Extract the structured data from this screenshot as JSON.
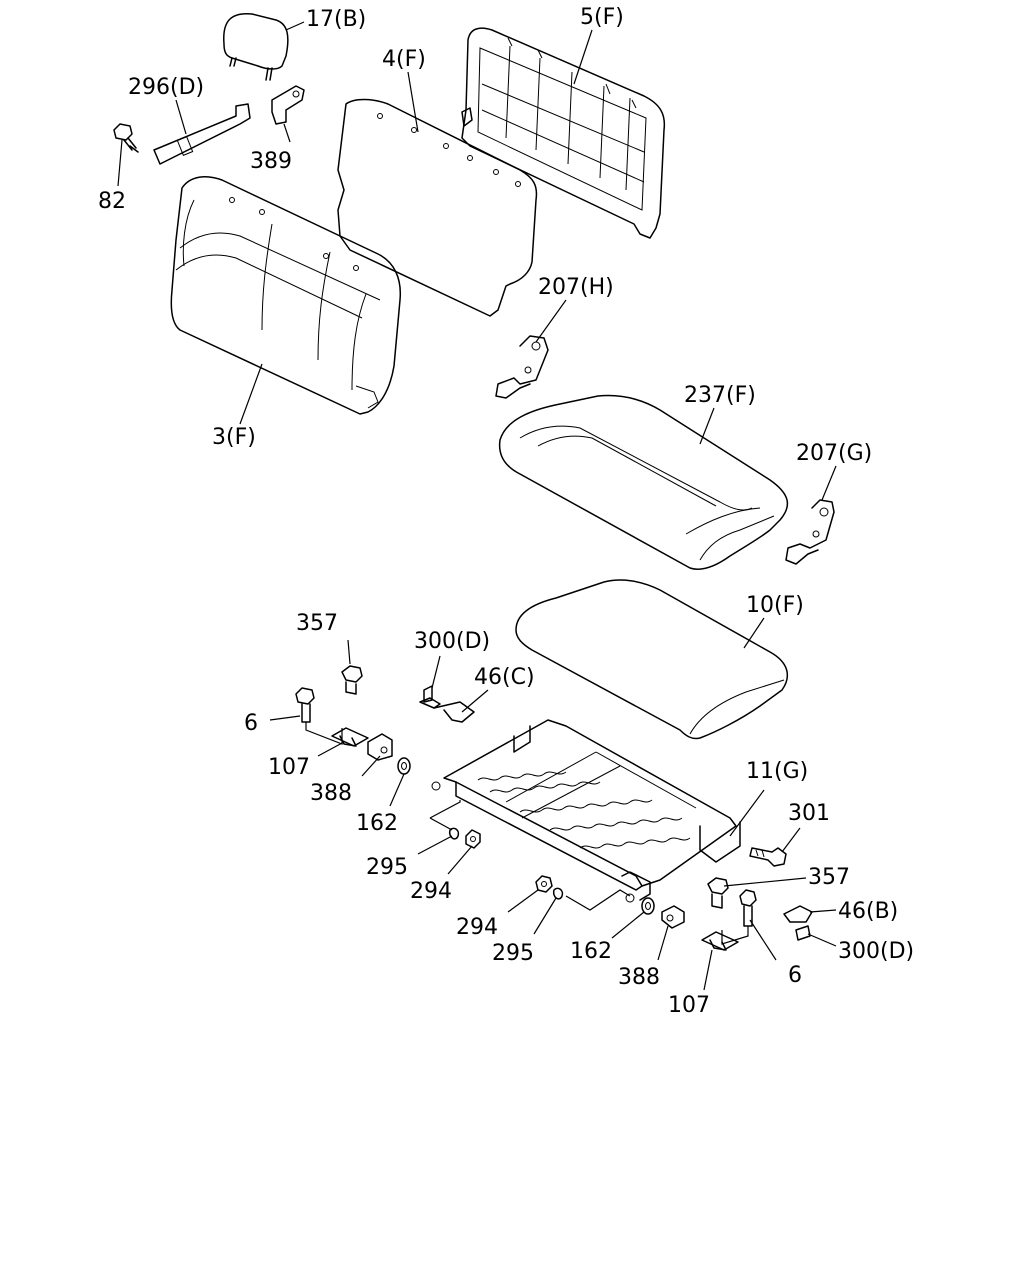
{
  "labels": {
    "l17b": "17(B)",
    "l5f": "5(F)",
    "l4f": "4(F)",
    "l296d": "296(D)",
    "l389": "389",
    "l82": "82",
    "l207h": "207(H)",
    "l3f": "3(F)",
    "l237f": "237(F)",
    "l207g": "207(G)",
    "l10f": "10(F)",
    "l357a": "357",
    "l300d_a": "300(D)",
    "l46c": "46(C)",
    "l6a": "6",
    "l107a": "107",
    "l388a": "388",
    "l162a": "162",
    "l11g": "11(G)",
    "l301": "301",
    "l295a": "295",
    "l294a": "294",
    "l357b": "357",
    "l46b": "46(B)",
    "l300d_b": "300(D)",
    "l294b": "294",
    "l295b": "295",
    "l162b": "162",
    "l388b": "388",
    "l6b": "6",
    "l107b": "107"
  }
}
